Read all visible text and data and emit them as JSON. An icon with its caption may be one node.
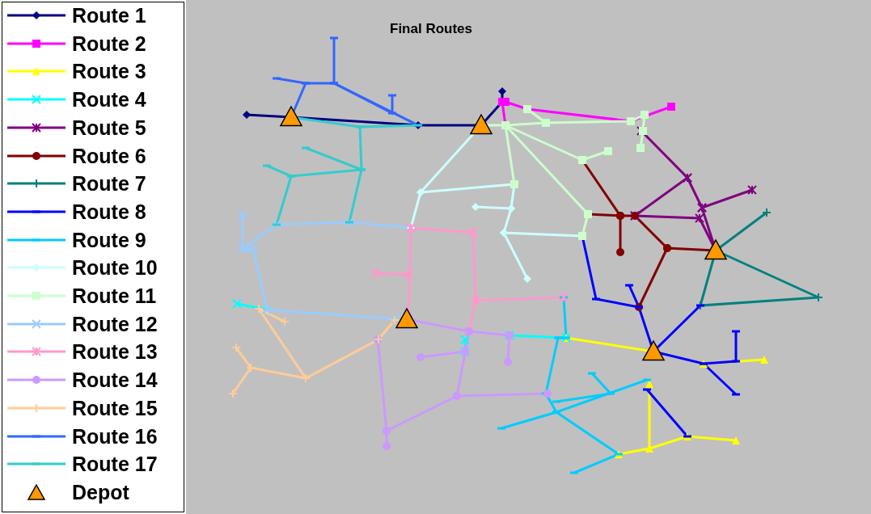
{
  "diagram": {
    "title": "Final Routes",
    "legend": [
      {
        "text": "Route 1",
        "color": "#000080"
      },
      {
        "text": "Route 2",
        "color": "#ff00ff"
      },
      {
        "text": "Route 3",
        "color": "#ffff00"
      },
      {
        "text": "Route 4",
        "color": "#00ffff"
      },
      {
        "text": "Route 5",
        "color": "#800080"
      },
      {
        "text": "Route 6",
        "color": "#800000"
      },
      {
        "text": "Route 7",
        "color": "#008080"
      },
      {
        "text": "Route 8",
        "color": "#0000ff"
      },
      {
        "text": "Route 9",
        "color": "#00ccff"
      },
      {
        "text": "Route 10",
        "color": "#ccffff"
      },
      {
        "text": "Route 11",
        "color": "#ccffcc"
      },
      {
        "text": "Route 12",
        "color": "#99ccff"
      },
      {
        "text": "Route 13",
        "color": "#ff99cc"
      },
      {
        "text": "Route 14",
        "color": "#cc99ff"
      },
      {
        "text": "Route 15",
        "color": "#ffcc99"
      },
      {
        "text": "Route 16",
        "color": "#3366ff"
      },
      {
        "text": "Route 17",
        "color": "#33cccc"
      },
      {
        "text": "Depot"
      }
    ]
  }
}
